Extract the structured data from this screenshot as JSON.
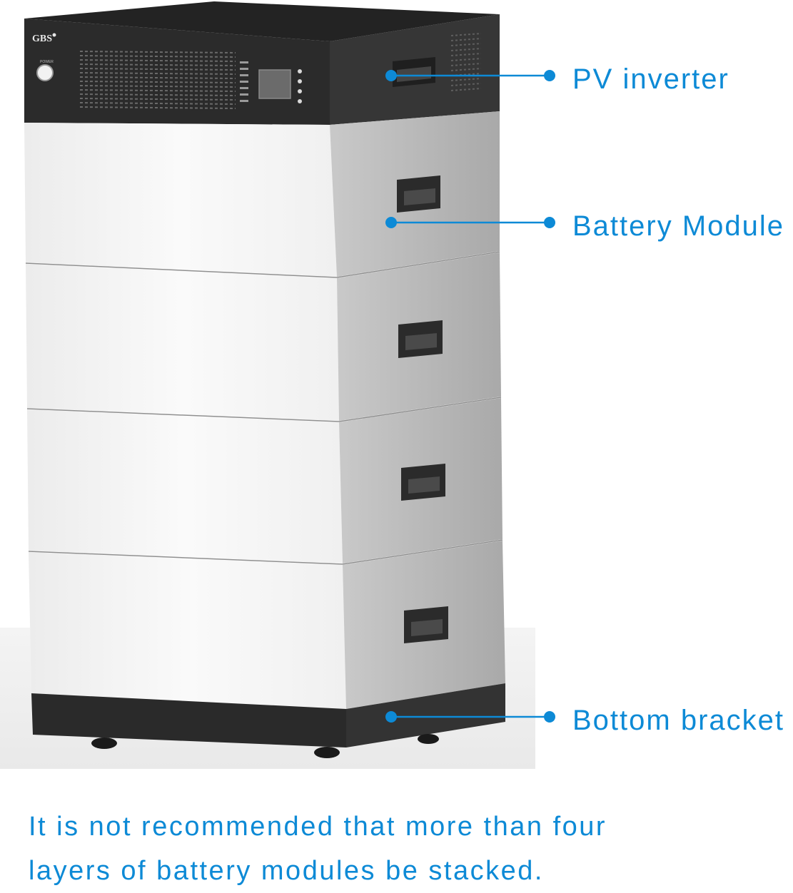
{
  "brand": {
    "logo_text": "GBS",
    "power_label": "POWER"
  },
  "callouts": [
    {
      "id": "pv-inverter",
      "label": "PV inverter"
    },
    {
      "id": "battery-module",
      "label": "Battery Module"
    },
    {
      "id": "bottom-bracket",
      "label": "Bottom bracket"
    }
  ],
  "note": {
    "line1": "It is not recommended that more than four",
    "line2": "layers of battery modules be stacked."
  },
  "colors": {
    "accent": "#0d8ad6",
    "inverter": "#2c2c2c",
    "inverter_side": "#383838",
    "module_front": "#f4f4f4",
    "module_side": "#bdbdbd",
    "bracket": "#2a2a2a",
    "handle": "#2b2b2b"
  }
}
